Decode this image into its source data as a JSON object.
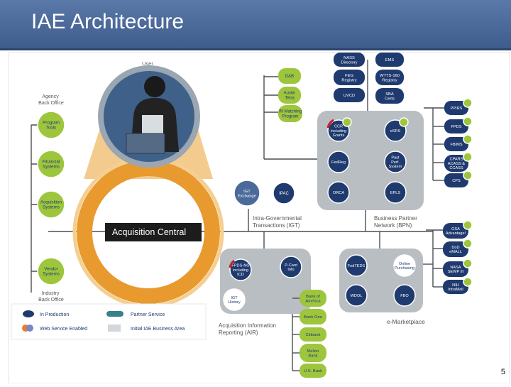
{
  "slide": {
    "title": "IAE Architecture",
    "page_number": "5"
  },
  "colors": {
    "header": "#4a6a9a",
    "hub_orange": "#e89a2e",
    "node_green": "#9ec63d",
    "node_navy": "#1f3a6e",
    "panel_gray": "#b9bec3"
  },
  "labels": {
    "user": "User",
    "agency_back_office": [
      "Agency",
      "Back Office"
    ],
    "industry_back_office": [
      "Industry",
      "Back Office"
    ],
    "acquisition_central": "Acquisition Central",
    "igt": [
      "Intra-Governmental",
      "Transactions (IGT)"
    ],
    "bpn": [
      "Business Partner",
      "Network (BPN)"
    ],
    "air": [
      "Acquisition Information",
      "Reporting (AIR)"
    ],
    "emarketplace": "e-Marketplace"
  },
  "agency_nodes": [
    {
      "lines": [
        "Program",
        "Tools"
      ]
    },
    {
      "lines": [
        "Financial",
        "Systems"
      ]
    },
    {
      "lines": [
        "Acquisition",
        "Systems"
      ]
    }
  ],
  "vendor_node": {
    "lines": [
      "Vendor",
      "Systems"
    ]
  },
  "top_green": [
    {
      "lines": [
        "D&B"
      ]
    },
    {
      "lines": [
        "Austin",
        "Tetra"
      ]
    },
    {
      "lines": [
        "IN Matching",
        "Program"
      ]
    }
  ],
  "top_navy": [
    {
      "lines": [
        "NASS",
        "Directory"
      ]
    },
    {
      "lines": [
        "EMS"
      ]
    },
    {
      "lines": [
        "FEG",
        "Registry"
      ]
    },
    {
      "lines": [
        "WTTS-160",
        "Registry"
      ]
    },
    {
      "lines": [
        "UVCD"
      ]
    },
    {
      "lines": [
        "SBA",
        "Certs"
      ]
    }
  ],
  "bpn_nodes": [
    {
      "lines": [
        "CCR",
        "including",
        "Grants"
      ]
    },
    {
      "lines": [
        "eSRS"
      ]
    },
    {
      "lines": [
        "FedReg"
      ]
    },
    {
      "lines": [
        "Past",
        "Perf.",
        "System"
      ]
    },
    {
      "lines": [
        "ORCA"
      ]
    },
    {
      "lines": [
        "EPLS"
      ]
    }
  ],
  "igt_nodes": [
    {
      "lines": [
        "IGT",
        "Exchange"
      ]
    },
    {
      "lines": [
        "IPAC"
      ]
    }
  ],
  "right_bpn": [
    {
      "lines": [
        "PPIRS"
      ]
    },
    {
      "lines": [
        "FPDS"
      ]
    },
    {
      "lines": [
        "FBIMS"
      ]
    },
    {
      "lines": [
        "CPARS",
        "ACASS &",
        "CCASS"
      ]
    },
    {
      "lines": [
        "CPS"
      ]
    }
  ],
  "air_nodes": [
    {
      "lines": [
        "FPDS-NG",
        "including",
        "ICD"
      ]
    },
    {
      "lines": [
        "P-Card",
        "Info"
      ]
    },
    {
      "lines": [
        "IGT",
        "History"
      ]
    }
  ],
  "banks": [
    {
      "lines": [
        "Bank of",
        "America"
      ]
    },
    {
      "lines": [
        "Bank One"
      ]
    },
    {
      "lines": [
        "Citibank"
      ]
    },
    {
      "lines": [
        "Mellon",
        "Bank"
      ]
    },
    {
      "lines": [
        "U.S. Bank"
      ]
    }
  ],
  "emkt_nodes": [
    {
      "lines": [
        "FedTEDS"
      ]
    },
    {
      "lines": [
        "Online",
        "Purchasing"
      ]
    },
    {
      "lines": [
        "WDOL"
      ]
    },
    {
      "lines": [
        "FBO"
      ]
    }
  ],
  "right_emkt": [
    {
      "lines": [
        "GSA",
        "Advantage!"
      ]
    },
    {
      "lines": [
        "DoD",
        "eMALL"
      ]
    },
    {
      "lines": [
        "NASA",
        "SEWP III"
      ]
    },
    {
      "lines": [
        "NIH",
        "IntraMall"
      ]
    }
  ],
  "legend": [
    {
      "label": "In Production"
    },
    {
      "label": "Partner Service"
    },
    {
      "label": "Web Service Enabled"
    },
    {
      "label": "Initial IAE Business Area"
    }
  ]
}
